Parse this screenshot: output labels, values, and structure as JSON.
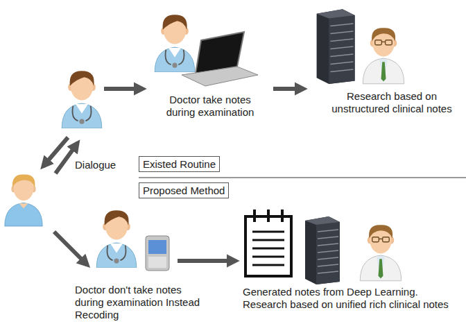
{
  "diagram": {
    "nodes": [
      {
        "text": [
          "Doctor take notes during examination"
        ]
      },
      {
        "text": [
          "Research based on unstructured clinical notes"
        ]
      },
      {
        "text": [
          "Existed Routine"
        ]
      },
      {
        "text": [
          "Proposed Method"
        ]
      },
      {
        "text": [
          "Doctor don't take notes during examination Instead Recoding"
        ]
      },
      {
        "text": [
          "Generated notes from Deep Learning. Research based on unified rich clinical notes"
        ]
      }
    ],
    "edges": [
      {
        "from": 0,
        "to": 1,
        "arrow": "to"
      },
      {
        "from": 4,
        "to": 5,
        "arrow": "to"
      }
    ],
    "labels": [
      "Dialogue"
    ]
  }
}
